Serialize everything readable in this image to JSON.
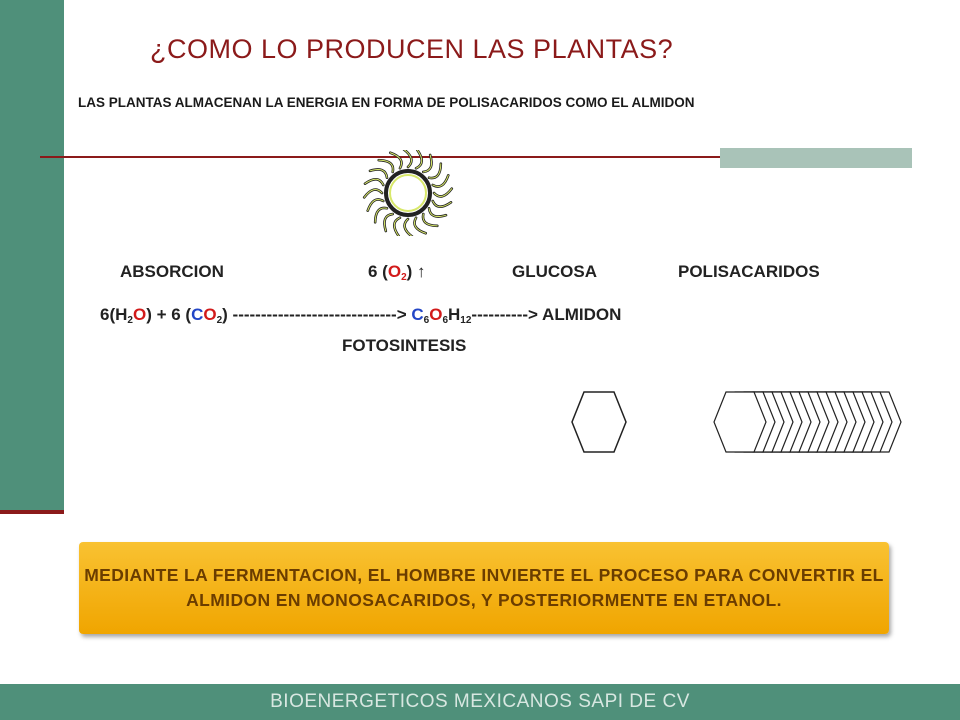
{
  "slide": {
    "title": "¿COMO LO PRODUCEN  LAS PLANTAS?",
    "subtitle": "LAS PLANTAS ALMACENAN LA ENERGIA EN FORMA DE POLISACARIDOS COMO EL ALMIDON",
    "icons": [
      "sun-icon",
      "hexagon-icon",
      "hexagon-chain-icon"
    ],
    "colors": {
      "accent_red": "#8b1a1a",
      "bar_green": "#4f907a",
      "light_green": "#a9c3b8",
      "orange": "#f0a500",
      "formula_red": "#d21a1a",
      "formula_blue": "#2346c6"
    }
  },
  "labels": {
    "absorcion": "ABSORCION",
    "oxygen_pre": "6 (",
    "oxygen_o": "O",
    "oxygen_sub": "2",
    "oxygen_post": ") ↑",
    "glucosa": "GLUCOSA",
    "polisacaridos": "POLISACARIDOS"
  },
  "equation": {
    "water_pre": "6(H",
    "water_h_sub": "2",
    "water_o": "O",
    "plus_co2_pre": ") + 6 (",
    "co2_c": "C",
    "co2_o": "O",
    "co2_sub": "2",
    "arrow1": ") -----------------------------> ",
    "gl_c": "C",
    "gl_c_sub": "6",
    "gl_o": "O",
    "gl_o_sub": "6",
    "gl_h": "H",
    "gl_h_sub": "12",
    "arrow2": "----------> ALMIDON",
    "process": "FOTOSINTESIS"
  },
  "callout": {
    "text": "MEDIANTE LA FERMENTACION, EL HOMBRE INVIERTE EL PROCESO PARA CONVERTIR EL ALMIDON EN MONOSACARIDOS, Y POSTERIORMENTE EN ETANOL."
  },
  "footer": {
    "text": "BIOENERGETICOS MEXICANOS SAPI DE CV"
  }
}
